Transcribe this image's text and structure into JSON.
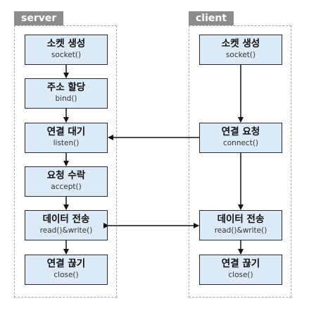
{
  "lanes": {
    "server": {
      "label": "server"
    },
    "client": {
      "label": "client"
    }
  },
  "server_steps": [
    {
      "title": "소켓 생성",
      "code": "socket()"
    },
    {
      "title": "주소 할당",
      "code": "bind()"
    },
    {
      "title": "연결 대기",
      "code": "listen()"
    },
    {
      "title": "요청 수락",
      "code": "accept()"
    },
    {
      "title": "데이터 전송",
      "code": "read()&write()"
    },
    {
      "title": "연결 끊기",
      "code": "close()"
    }
  ],
  "client_steps": [
    {
      "title": "소켓 생성",
      "code": "socket()"
    },
    {
      "title": "연결 요청",
      "code": "connect()"
    },
    {
      "title": "데이터 전송",
      "code": "read()&write()"
    },
    {
      "title": "연결 끊기",
      "code": "close()"
    }
  ],
  "colors": {
    "node_fill": "#dcebf7",
    "node_border": "#2b2b2b",
    "lane_tag": "#8c8c8c",
    "lane_border": "#a8a8a8",
    "arrow": "#111111"
  }
}
